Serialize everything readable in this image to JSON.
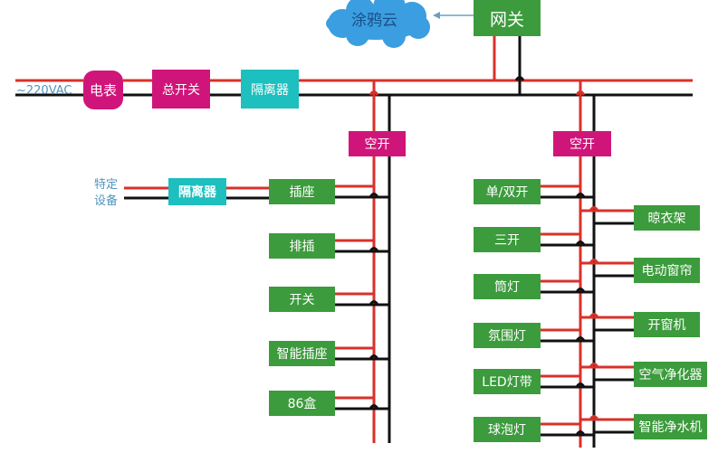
{
  "colors": {
    "live_wire": "#d8312a",
    "neutral_wire": "#111111",
    "device_green": "#3c9b3c",
    "breaker_pink": "#d0157a",
    "isolator_teal": "#1dbfbf",
    "cloud_blue": "#3a9ee0",
    "label_blue": "#4f95bf"
  },
  "input": {
    "voltage_label": "~220VAC"
  },
  "main_chain": {
    "meter": "电表",
    "main_switch": "总开关",
    "isolator": "隔离器"
  },
  "cloud": {
    "label": "涂鸦云"
  },
  "gateway": {
    "label": "网关"
  },
  "left_branch": {
    "breaker": "空开",
    "special_device_label": [
      "特定",
      "设备"
    ],
    "special_isolator": "隔离器",
    "devices": [
      "插座",
      "排插",
      "开关",
      "智能插座",
      "86盒"
    ]
  },
  "right_branch": {
    "breaker": "空开",
    "left_devices": [
      "单/双开",
      "三开",
      "筒灯",
      "氛围灯",
      "LED灯带",
      "球泡灯"
    ],
    "right_devices": [
      "晾衣架",
      "电动窗帘",
      "开窗机",
      "空气净化器",
      "智能净水机"
    ]
  }
}
